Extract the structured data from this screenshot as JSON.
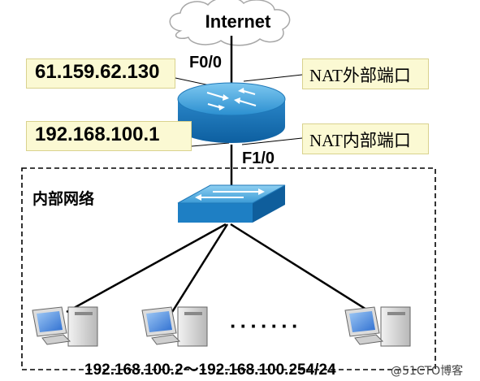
{
  "internet": {
    "label": "Internet"
  },
  "router": {
    "outside_ip": "61.159.62.130",
    "inside_ip": "192.168.100.1",
    "outside_port": "F0/0",
    "inside_port": "F1/0",
    "outside_port_desc": "NAT外部端口",
    "inside_port_desc": "NAT内部端口"
  },
  "lan": {
    "title": "内部网络",
    "ellipsis": "·······",
    "range": "192.168.100.2～192.168.100.254/24"
  },
  "watermark": "@51CTO博客"
}
